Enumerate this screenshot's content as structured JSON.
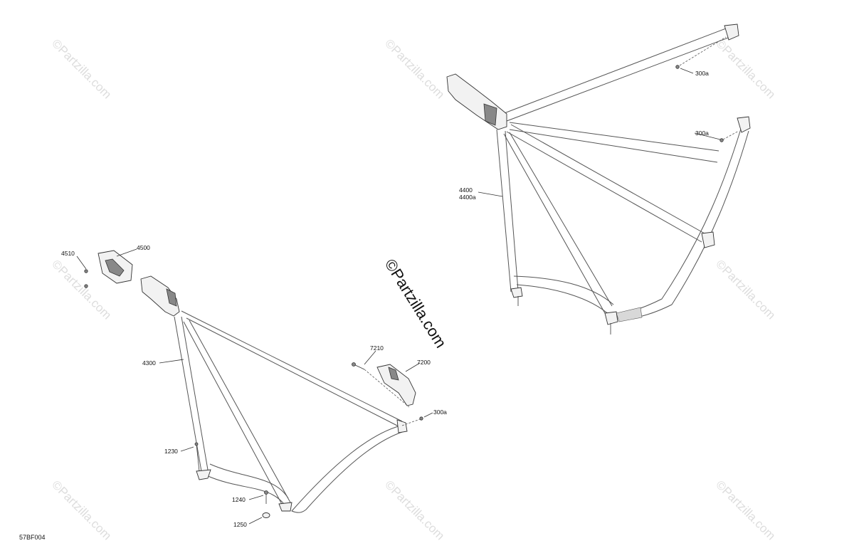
{
  "watermark": {
    "main_text": "©Partzilla.com",
    "repeat_text": "©Partzilla.com"
  },
  "diagram_ref": "57BF004",
  "labels": {
    "l4510": "4510",
    "l4500": "4500",
    "l4300": "4300",
    "l7210": "7210",
    "l7200": "7200",
    "l300a_left": "300a",
    "l1230": "1230",
    "l1240": "1240",
    "l1250": "1250",
    "l300a_top": "300a",
    "l300a_right": "300a",
    "l4400": "4400",
    "l4400a": "4400a"
  }
}
